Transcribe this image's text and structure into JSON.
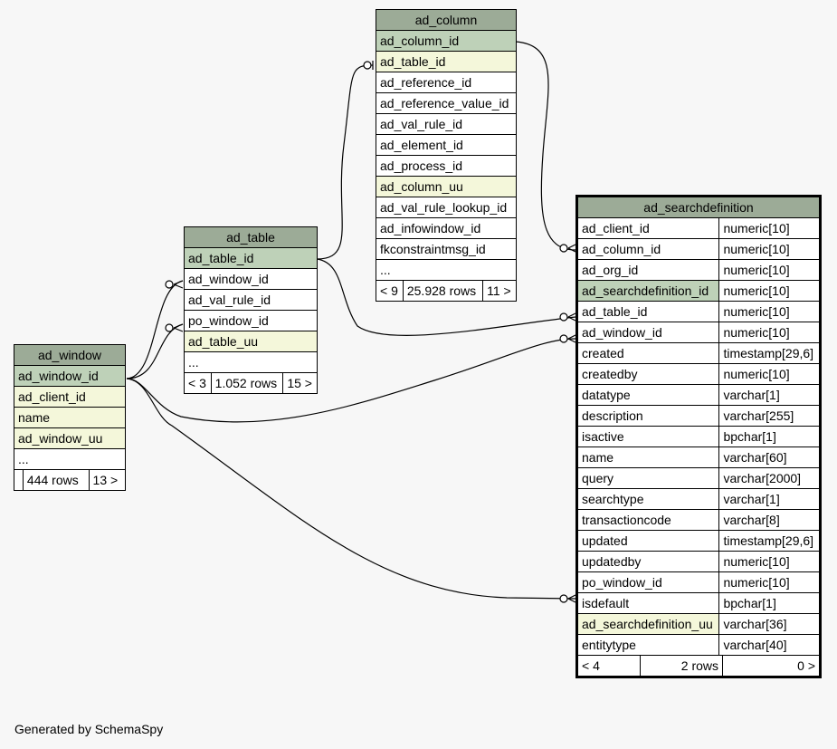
{
  "tables": {
    "ad_column": {
      "name": "ad_column",
      "columns": [
        {
          "name": "ad_column_id",
          "kind": "pk"
        },
        {
          "name": "ad_table_id",
          "kind": "uq"
        },
        {
          "name": "ad_reference_id",
          "kind": ""
        },
        {
          "name": "ad_reference_value_id",
          "kind": ""
        },
        {
          "name": "ad_val_rule_id",
          "kind": ""
        },
        {
          "name": "ad_element_id",
          "kind": ""
        },
        {
          "name": "ad_process_id",
          "kind": ""
        },
        {
          "name": "ad_column_uu",
          "kind": "uq"
        },
        {
          "name": "ad_val_rule_lookup_id",
          "kind": ""
        },
        {
          "name": "ad_infowindow_id",
          "kind": ""
        },
        {
          "name": "fkconstraintmsg_id",
          "kind": ""
        },
        {
          "name": "...",
          "kind": ""
        }
      ],
      "footer": {
        "left": "< 9",
        "rows": "25.928 rows",
        "right": "11 >"
      }
    },
    "ad_table": {
      "name": "ad_table",
      "columns": [
        {
          "name": "ad_table_id",
          "kind": "pk"
        },
        {
          "name": "ad_window_id",
          "kind": ""
        },
        {
          "name": "ad_val_rule_id",
          "kind": ""
        },
        {
          "name": "po_window_id",
          "kind": ""
        },
        {
          "name": "ad_table_uu",
          "kind": "uq"
        },
        {
          "name": "...",
          "kind": ""
        }
      ],
      "footer": {
        "left": "< 3",
        "rows": "1.052 rows",
        "right": "15 >"
      }
    },
    "ad_window": {
      "name": "ad_window",
      "columns": [
        {
          "name": "ad_window_id",
          "kind": "pk"
        },
        {
          "name": "ad_client_id",
          "kind": "uq"
        },
        {
          "name": "name",
          "kind": "uq"
        },
        {
          "name": "ad_window_uu",
          "kind": "uq"
        },
        {
          "name": "...",
          "kind": ""
        }
      ],
      "footer": {
        "left": "",
        "rows": "444 rows",
        "right": "13 >"
      }
    },
    "ad_searchdefinition": {
      "name": "ad_searchdefinition",
      "columns": [
        {
          "name": "ad_client_id",
          "type": "numeric[10]",
          "kind": ""
        },
        {
          "name": "ad_column_id",
          "type": "numeric[10]",
          "kind": ""
        },
        {
          "name": "ad_org_id",
          "type": "numeric[10]",
          "kind": ""
        },
        {
          "name": "ad_searchdefinition_id",
          "type": "numeric[10]",
          "kind": "pk"
        },
        {
          "name": "ad_table_id",
          "type": "numeric[10]",
          "kind": ""
        },
        {
          "name": "ad_window_id",
          "type": "numeric[10]",
          "kind": ""
        },
        {
          "name": "created",
          "type": "timestamp[29,6]",
          "kind": ""
        },
        {
          "name": "createdby",
          "type": "numeric[10]",
          "kind": ""
        },
        {
          "name": "datatype",
          "type": "varchar[1]",
          "kind": ""
        },
        {
          "name": "description",
          "type": "varchar[255]",
          "kind": ""
        },
        {
          "name": "isactive",
          "type": "bpchar[1]",
          "kind": ""
        },
        {
          "name": "name",
          "type": "varchar[60]",
          "kind": ""
        },
        {
          "name": "query",
          "type": "varchar[2000]",
          "kind": ""
        },
        {
          "name": "searchtype",
          "type": "varchar[1]",
          "kind": ""
        },
        {
          "name": "transactioncode",
          "type": "varchar[8]",
          "kind": ""
        },
        {
          "name": "updated",
          "type": "timestamp[29,6]",
          "kind": ""
        },
        {
          "name": "updatedby",
          "type": "numeric[10]",
          "kind": ""
        },
        {
          "name": "po_window_id",
          "type": "numeric[10]",
          "kind": ""
        },
        {
          "name": "isdefault",
          "type": "bpchar[1]",
          "kind": ""
        },
        {
          "name": "ad_searchdefinition_uu",
          "type": "varchar[36]",
          "kind": "uq"
        },
        {
          "name": "entitytype",
          "type": "varchar[40]",
          "kind": ""
        }
      ],
      "footer": {
        "left": "< 4",
        "rows": "2 rows",
        "right": "0 >"
      }
    }
  },
  "generated_by": "Generated by SchemaSpy",
  "colors": {
    "header": "#9cab97",
    "primary_key": "#bed1b8",
    "unique": "#f4f7da",
    "background": "#f7f7f7"
  }
}
